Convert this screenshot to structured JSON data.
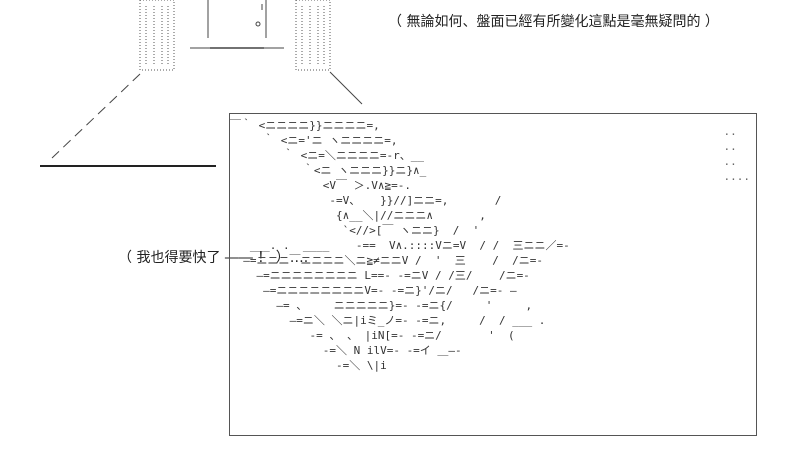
{
  "caption_top": "（ 無論如何、盤面已經有所變化這點是毫無疑問的 ）",
  "caption_left": "（ 我也得要快了 ―― ！ ）….",
  "ascii_art": {
    "lines": [
      "￣｀ <ニニニニ}}ニニニニ=,",
      "     ｀ <ニ='ニ ヽニニニニ=,",
      "        ｀ <ニ=＼ニニニニ=-r、__",
      "           ｀<ニ ヽニニニ}}ニ}∧_",
      "              <V￣ ＞.V∧≧=-.",
      "               -=V、   }}//]ニニ=,       /",
      "                {∧__＼|//ニニニ∧       ,",
      "                 `<//>[￣ ヽニニ}  /  '",
      "   ___. .  ____    -==  V∧.::::Vニ=V  / /  三ニニ／=-",
      "  ―=ニニニ￣ニニニニ＼ニ≧≠ニニV /  '  三    /  /ニ=-",
      "    ―=ニニニニニニニニ L==- -=ニV / /三/    /ニ=-",
      "     ―=ニニニニニニニニV=- -=ニ}'/ニ/   /ニ=- ―",
      "       ―= 、    ニニニニニ}=- -=ニ{/     '     ,",
      "         ―=ニ＼ ＼ニ|iミ_ノ=- -=ニ,     /  / ___ .",
      "            -= 、 、 |iN[=- -=ニ/       '  (",
      "              -=＼ N ilV=- -=イ ＿―-",
      "                -=＼ \\|i"
    ]
  }
}
